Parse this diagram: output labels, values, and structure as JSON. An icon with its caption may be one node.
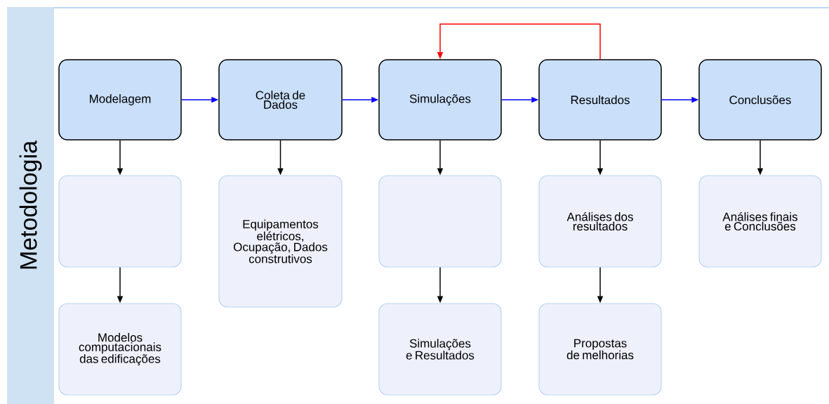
{
  "diagram": {
    "nodes": [
      {
        "text": [
          "Metodologia"
        ]
      },
      {
        "text": [
          "Modelagem"
        ]
      },
      {
        "text": [
          "Coleta de Dados"
        ]
      },
      {
        "text": [
          "Simulações"
        ]
      },
      {
        "text": [
          "Resultados"
        ]
      },
      {
        "text": [
          "Conclusões"
        ]
      },
      {
        "text": [],
        "shape": "box"
      },
      {
        "text": [
          "Equipamentos elétricos, Ocupação, Dados construtivos"
        ]
      },
      {
        "text": [],
        "shape": "box"
      },
      {
        "text": [
          "Análises dos resultados"
        ]
      },
      {
        "text": [
          "Análises finais e Conclusões"
        ]
      },
      {
        "text": [
          "Modelos computacionais das edificações"
        ]
      },
      {
        "text": [
          "Simulações e Resultados"
        ]
      },
      {
        "text": [
          "Propostas de melhorias"
        ]
      }
    ],
    "edges": [
      {
        "from": 1,
        "to": 2,
        "arrow": "to",
        "color": "#0000ff"
      },
      {
        "from": 2,
        "to": 3,
        "arrow": "to",
        "color": "#0000ff"
      },
      {
        "from": 3,
        "to": 4,
        "arrow": "to",
        "color": "#0000ff"
      },
      {
        "from": 4,
        "to": 5,
        "arrow": "to",
        "color": "#0000ff"
      },
      {
        "from": 4,
        "to": 3,
        "arrow": "to",
        "color": "#ff0000"
      },
      {
        "from": 1,
        "to": 6,
        "arrow": "to"
      },
      {
        "from": 6,
        "to": 11,
        "arrow": "to"
      },
      {
        "from": 2,
        "to": 7,
        "arrow": "to"
      },
      {
        "from": 3,
        "to": 8,
        "arrow": "to"
      },
      {
        "from": 8,
        "to": 12,
        "arrow": "to"
      },
      {
        "from": 4,
        "to": 9,
        "arrow": "to"
      },
      {
        "from": 9,
        "to": 13,
        "arrow": "to"
      },
      {
        "from": 5,
        "to": 10,
        "arrow": "to"
      }
    ]
  }
}
